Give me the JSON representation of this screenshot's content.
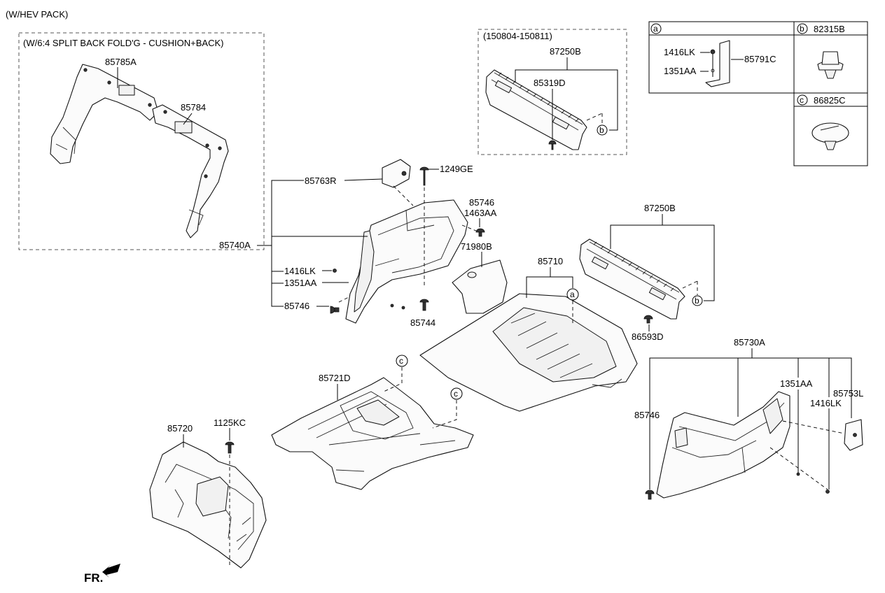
{
  "header": {
    "variant": "(W/HEV PACK)"
  },
  "split_box": {
    "title": "(W/6:4 SPLIT BACK FOLD'G - CUSHION+BACK)"
  },
  "date_box": {
    "title": "(150804-150811)"
  },
  "legend": {
    "a": {
      "letter": "a",
      "labels": [
        "1416LK",
        "1351AA",
        "85791C"
      ]
    },
    "b": {
      "letter": "b",
      "part": "82315B"
    },
    "c": {
      "letter": "c",
      "part": "86825C"
    }
  },
  "labels": {
    "p85785A": "85785A",
    "p85784": "85784",
    "p87250B_top": "87250B",
    "p85319D": "85319D",
    "p85763R": "85763R",
    "p1249GE": "1249GE",
    "p85746_a": "85746",
    "p1463AA": "1463AA",
    "p85740A": "85740A",
    "p1416LK_l": "1416LK",
    "p1351AA_l": "1351AA",
    "p85746_b": "85746",
    "p71980B": "71980B",
    "p85744": "85744",
    "p85710": "85710",
    "p87250B_r": "87250B",
    "p86593D": "86593D",
    "p85730A": "85730A",
    "p1351AA_r": "1351AA",
    "p85753L": "85753L",
    "p1416LK_r": "1416LK",
    "p85746_r": "85746",
    "p85721D": "85721D",
    "p85720": "85720",
    "p1125KC": "1125KC",
    "fr": "FR."
  },
  "callouts": {
    "a": "a",
    "b": "b",
    "c": "c"
  }
}
